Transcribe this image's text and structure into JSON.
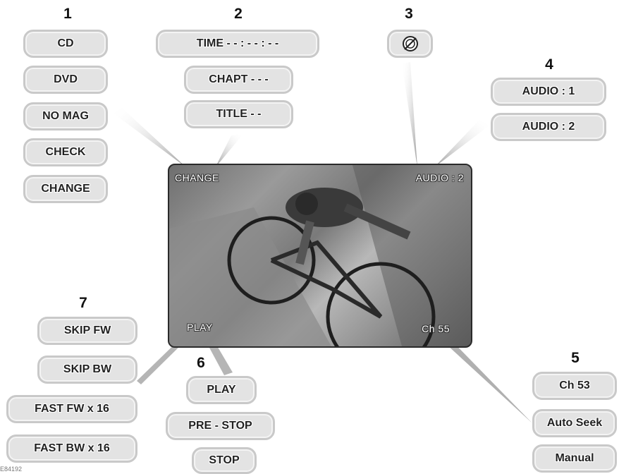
{
  "groups": {
    "g1": {
      "number": "1",
      "items": [
        "CD",
        "DVD",
        "NO MAG",
        "CHECK",
        "CHANGE"
      ]
    },
    "g2": {
      "number": "2",
      "items": [
        "TIME - - : - - : - -",
        "CHAPT - - -",
        "TITLE - -"
      ]
    },
    "g3": {
      "number": "3",
      "icon": "disc-prohibited-icon"
    },
    "g4": {
      "number": "4",
      "items": [
        "AUDIO : 1",
        "AUDIO : 2"
      ]
    },
    "g5": {
      "number": "5",
      "items": [
        "Ch 53",
        "Auto Seek",
        "Manual"
      ]
    },
    "g6": {
      "number": "6",
      "items": [
        "PLAY",
        "PRE - STOP",
        "STOP"
      ]
    },
    "g7": {
      "number": "7",
      "items": [
        "SKIP FW",
        "SKIP BW",
        "FAST FW x 16",
        "FAST BW x 16"
      ]
    }
  },
  "screen": {
    "top_left": "CHANGE",
    "top_right": "AUDIO : 2",
    "bottom_left": "PLAY",
    "bottom_right": "Ch 55"
  },
  "footer_code": "E84192"
}
